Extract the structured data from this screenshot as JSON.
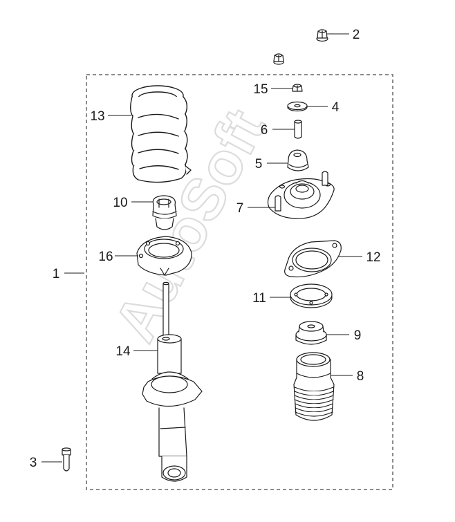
{
  "diagram": {
    "watermark": "AutoSoft",
    "colors": {
      "line": "#1a1a1a",
      "background": "#ffffff",
      "watermark": "#e2e2e2"
    },
    "callouts": [
      {
        "id": "1",
        "text": "1"
      },
      {
        "id": "2",
        "text": "2"
      },
      {
        "id": "3",
        "text": "3"
      },
      {
        "id": "4",
        "text": "4"
      },
      {
        "id": "5",
        "text": "5"
      },
      {
        "id": "6",
        "text": "6"
      },
      {
        "id": "7",
        "text": "7"
      },
      {
        "id": "8",
        "text": "8"
      },
      {
        "id": "9",
        "text": "9"
      },
      {
        "id": "10",
        "text": "10"
      },
      {
        "id": "11",
        "text": "11"
      },
      {
        "id": "12",
        "text": "12"
      },
      {
        "id": "13",
        "text": "13"
      },
      {
        "id": "14",
        "text": "14"
      },
      {
        "id": "15",
        "text": "15"
      },
      {
        "id": "16",
        "text": "16"
      }
    ]
  }
}
